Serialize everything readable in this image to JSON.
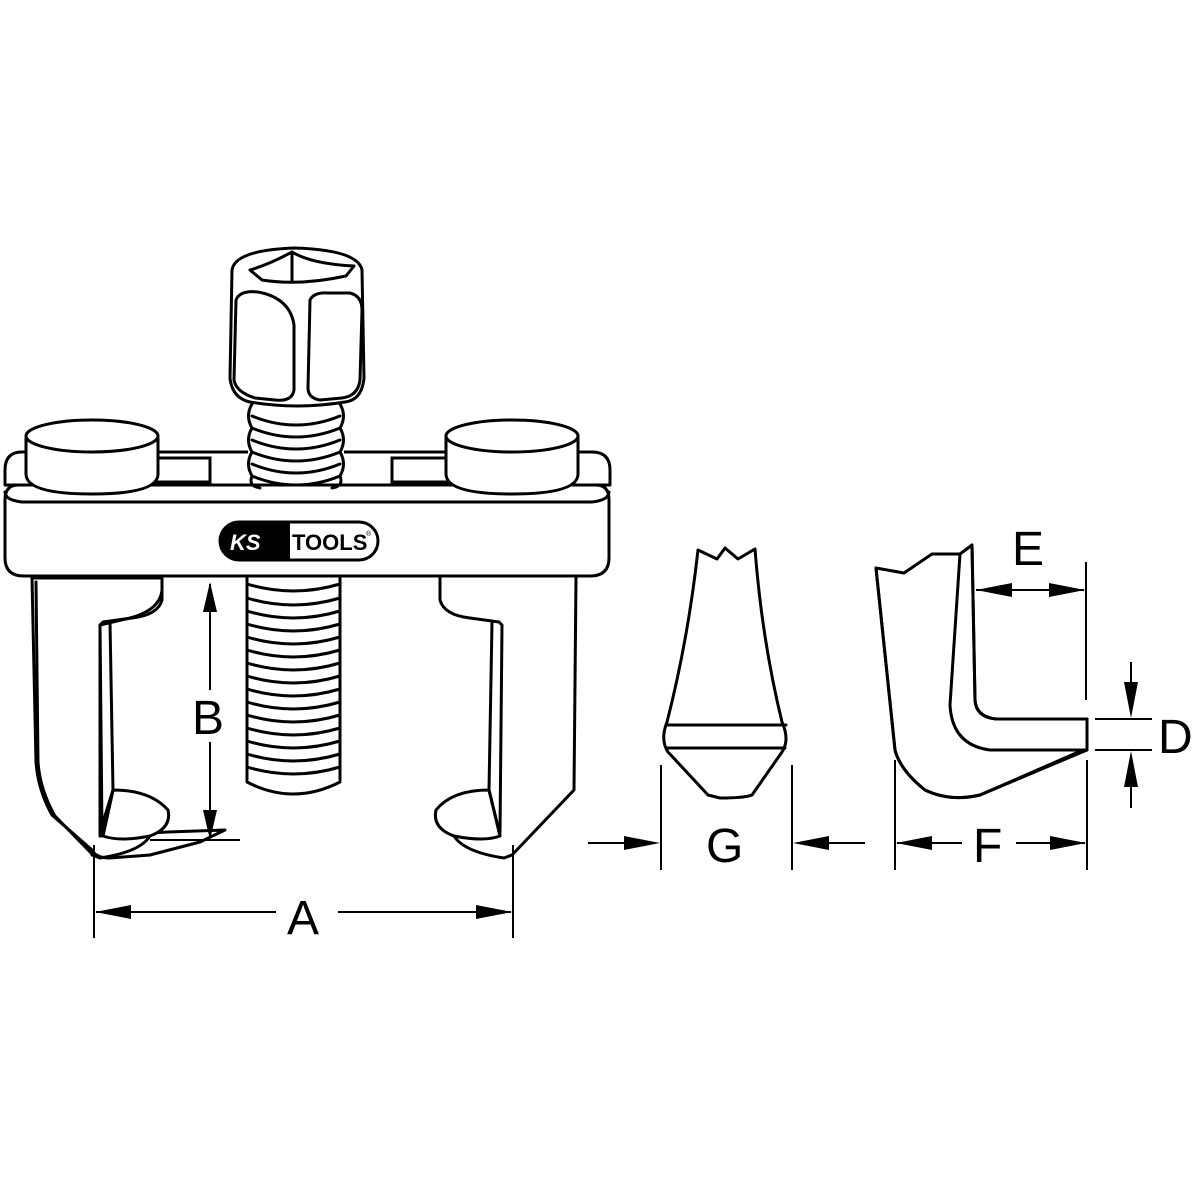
{
  "diagram": {
    "subject": "wiper arm puller technical drawing",
    "brand_logo": {
      "part1": "KS",
      "part2": "TOOLS",
      "registered": "®"
    },
    "dimension_labels": {
      "A": "A",
      "B": "B",
      "D": "D",
      "E": "E",
      "F": "F",
      "G": "G"
    },
    "views": [
      {
        "name": "front-view",
        "labels": [
          "A",
          "B"
        ]
      },
      {
        "name": "jaw-front-view",
        "labels": [
          "G"
        ]
      },
      {
        "name": "jaw-side-view",
        "labels": [
          "E",
          "D",
          "F"
        ]
      }
    ],
    "colors": {
      "line": "#000000",
      "background": "#ffffff"
    }
  }
}
